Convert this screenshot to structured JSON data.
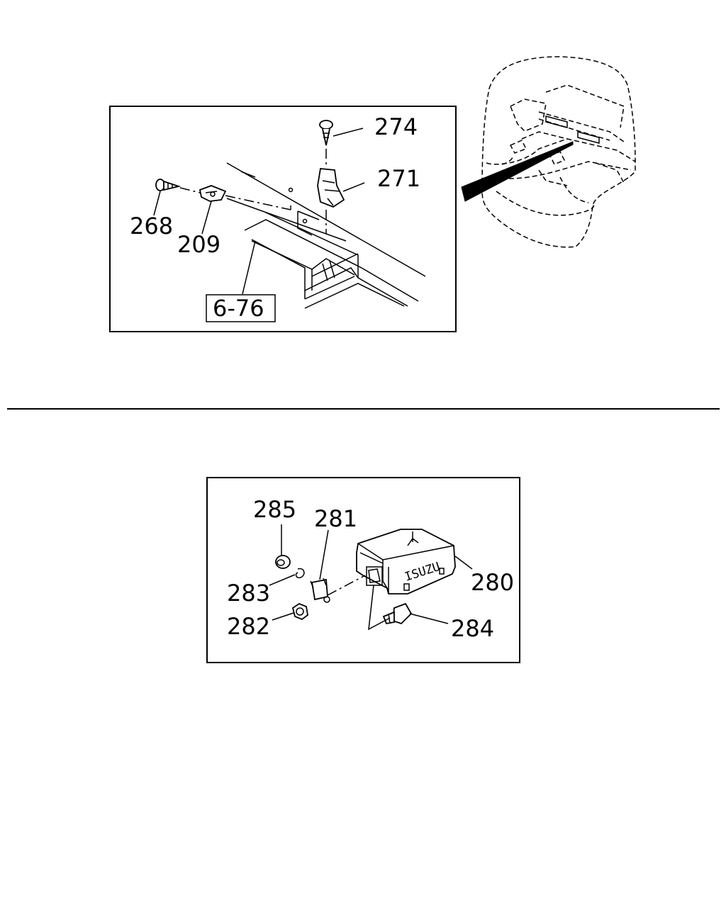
{
  "diagram_top": {
    "callouts": {
      "p274": "274",
      "p271": "271",
      "p268": "268",
      "p209": "209",
      "ref": "6-76"
    }
  },
  "diagram_bottom": {
    "callouts": {
      "p285": "285",
      "p281": "281",
      "p283": "283",
      "p282": "282",
      "p280": "280",
      "p284": "284"
    },
    "brand_marking": "ISUZU"
  }
}
